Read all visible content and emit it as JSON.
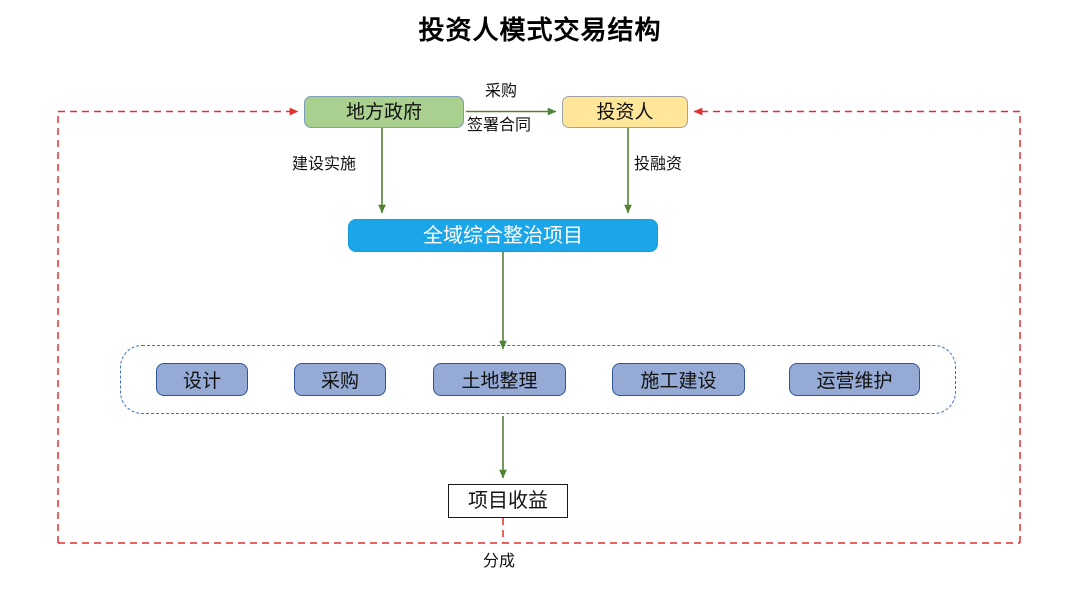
{
  "title": "投资人模式交易结构",
  "nodes": {
    "government": {
      "label": "地方政府",
      "fill": "#a9d08e",
      "shape": "rounded-rect"
    },
    "investor": {
      "label": "投资人",
      "fill": "#ffe699",
      "shape": "rounded-rect"
    },
    "project": {
      "label": "全域综合整治项目",
      "fill": "#1aa6e8",
      "text_color": "#ffffff",
      "shape": "rounded-rect"
    },
    "revenue": {
      "label": "项目收益",
      "fill": "#ffffff",
      "stroke": "#1a1a1a",
      "shape": "rect"
    }
  },
  "work_packages": {
    "container_style": "dashed-rounded",
    "container_color": "#3f6fc0",
    "fill": "#95aad4",
    "items": [
      {
        "label": "设计"
      },
      {
        "label": "采购"
      },
      {
        "label": "土地整理"
      },
      {
        "label": "施工建设"
      },
      {
        "label": "运营维护"
      }
    ]
  },
  "edges": [
    {
      "id": "gov-to-investor-top",
      "label": "采购",
      "from": "government",
      "to": "investor",
      "color": "#548235",
      "style": "solid"
    },
    {
      "id": "gov-to-investor-bottom",
      "label": "签署合同",
      "from": "government",
      "to": "investor",
      "color": "#548235",
      "style": "solid"
    },
    {
      "id": "gov-to-project",
      "label": "建设实施",
      "from": "government",
      "to": "project",
      "color": "#548235",
      "style": "solid"
    },
    {
      "id": "investor-to-project",
      "label": "投融资",
      "from": "investor",
      "to": "project",
      "color": "#548235",
      "style": "solid"
    },
    {
      "id": "project-to-packages",
      "label": "",
      "from": "project",
      "to": "work-packages",
      "color": "#548235",
      "style": "solid"
    },
    {
      "id": "packages-to-revenue",
      "label": "",
      "from": "work-packages",
      "to": "revenue",
      "color": "#548235",
      "style": "solid"
    },
    {
      "id": "revenue-loop",
      "label": "分成",
      "from": "revenue",
      "to": "government/investor",
      "color": "#e03030",
      "style": "dashed"
    }
  ],
  "labels": {
    "procurement": "采购",
    "sign_contract": "签署合同",
    "construction_implementation": "建设实施",
    "investment_financing": "投融资",
    "profit_sharing": "分成"
  },
  "colors": {
    "green_arrow": "#548235",
    "red_dashed": "#e03030",
    "blue_dashed": "#3f6fc0",
    "project_blue": "#1aa6e8",
    "gov_green": "#a9d08e",
    "investor_yellow": "#ffe699",
    "package_blue": "#95aad4"
  }
}
